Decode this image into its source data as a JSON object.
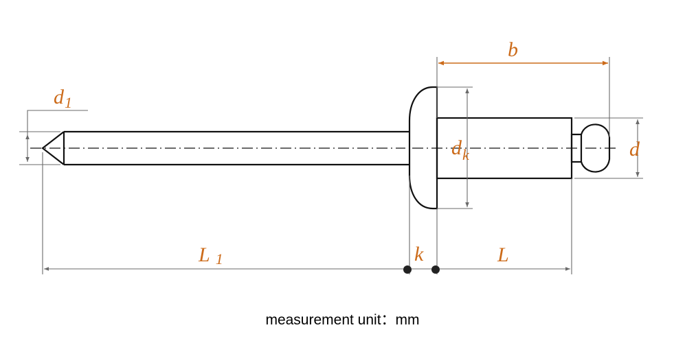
{
  "colors": {
    "outline": "#111111",
    "dimension_line": "#6a6a6a",
    "label": "#cc6b1a",
    "background": "#ffffff"
  },
  "labels": {
    "d1": {
      "main": "d",
      "sub": "1"
    },
    "dk": {
      "main": "d",
      "sub": "k"
    },
    "d": "d",
    "b": "b",
    "L1": {
      "main": "L",
      "sub": "1"
    },
    "k": "k",
    "L": "L"
  },
  "caption": "measurement unit：mm"
}
